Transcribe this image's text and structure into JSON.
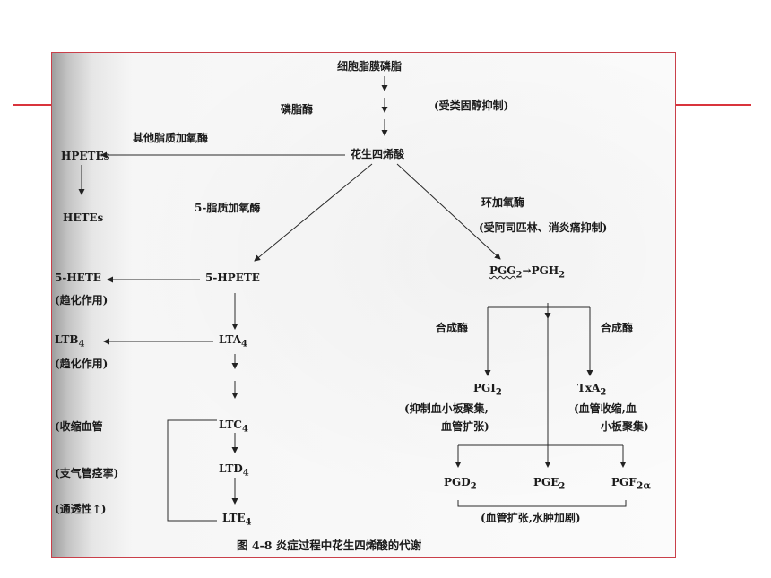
{
  "diagram": {
    "top_source": "细胞脂膜磷脂",
    "phospholipase": "磷脂酶",
    "steroid_inhibition": "(受类固醇抑制)",
    "other_lipoxygenase": "其他脂质加氧酶",
    "arachidonic_acid": "花生四烯酸",
    "hpetes": "HPETEs",
    "hetes": "HETEs",
    "five_lipoxygenase": "5-脂质加氧酶",
    "cyclooxygenase": "环加氧酶",
    "cox_inhibition": "(受阿司匹林、消炎痛抑制)",
    "five_hpete": "5-HPETE",
    "pgg2": "PGG",
    "pgg2_sub": "2",
    "pgg_arrow": "→",
    "pgh2": "PGH",
    "pgh2_sub": "2",
    "five_hete": "5-HETE",
    "chemotaxis_1": "(趋化作用)",
    "synthase_left": "合成酶",
    "synthase_right": "合成酶",
    "ltb4": "LTB",
    "ltb4_sub": "4",
    "lta4": "LTA",
    "lta4_sub": "4",
    "chemotaxis_2": "(趋化作用)",
    "pgi2": "PGI",
    "pgi2_sub": "2",
    "txa2": "TxA",
    "txa2_sub": "2",
    "pgi2_effect_1": "(抑制血小板聚集,",
    "pgi2_effect_2": "血管扩张)",
    "txa2_effect_1": "(血管收缩,血",
    "txa2_effect_2": "小板聚集)",
    "vasoconstriction": "(收缩血管",
    "ltc4": "LTC",
    "ltc4_sub": "4",
    "bronchospasm": "(支气管痉挛)",
    "ltd4": "LTD",
    "ltd4_sub": "4",
    "permeability": "(通透性",
    "permeability_arrow": "↑",
    "permeability_close": ")",
    "lte4": "LTE",
    "lte4_sub": "4",
    "pgd2": "PGD",
    "pgd2_sub": "2",
    "pge2": "PGE",
    "pge2_sub": "2",
    "pgf2a": "PGF",
    "pgf2a_sub": "2α",
    "pg_effect": "(血管扩张,水肿加剧)",
    "caption": "图 4-8   炎症过程中花生四烯酸的代谢"
  },
  "colors": {
    "accent_rule": "#d9343c",
    "frame_border": "#c9404a",
    "ink": "#1b1b1b"
  }
}
